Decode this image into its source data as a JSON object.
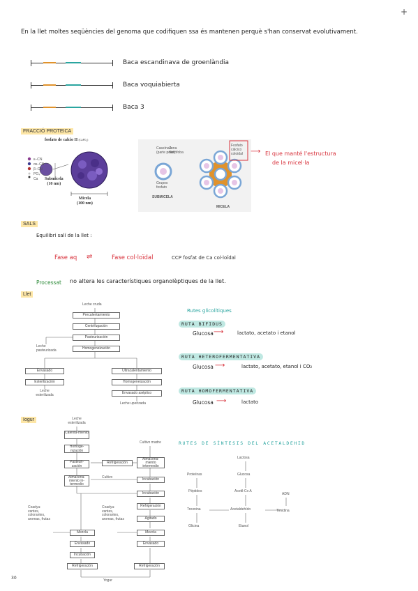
{
  "corner_icon": "plus-icon",
  "intro": "En la llet moltes seqüències del genoma que codifiquen ssa és mantenen perquè s'han conservat evolutivament.",
  "genes": [
    {
      "label": "Baca escandinava de groenlàndia"
    },
    {
      "label": "Baca voquiabierta"
    },
    {
      "label": "Baca 3"
    }
  ],
  "colors": {
    "orange": "#e0922c",
    "teal": "#2aa5a0",
    "highlight": "#fde6a6",
    "red": "#d8323c",
    "green": "#2e8b3a",
    "ruta_bg": "#bfe8e2"
  },
  "fraccio": {
    "heading": "FRACCIÓ PROTEICA",
    "fig1": {
      "title": "fosfato de calcio II",
      "title_sub": "(CaPO₄)",
      "legend": [
        "κ–CN",
        "αs–CN",
        "β–CN",
        "PO₄",
        "Ca"
      ],
      "submicela": "Submicela",
      "submicela_size": "(10 nm)",
      "micela": "Micela",
      "micela_size": "(100 nm)"
    },
    "fig2": {
      "caseina": "Caseína k (parte polar)",
      "zona": "Zona hidrófoba",
      "grupos": "Grupos fosfato",
      "fosfato": "Fosfato cálcico coloidal",
      "submicela": "SUBMICELA",
      "micela": "MICELA"
    },
    "note_line1": "El que manté l'estructura",
    "note_line2": "de la micel·la"
  },
  "sals": {
    "heading": "SALS",
    "text": "Equilibri salí de la llet :",
    "fase_aq": "Fase aq",
    "arrow": "⇌",
    "fase_col": "Fase col·loïdal",
    "ccp": "CCP fosfat de Ca col·loïdal"
  },
  "processat": {
    "word": "Processat",
    "rest": "no altera les característiques organolèptiques de la llet."
  },
  "llet": {
    "heading": "Llet",
    "flow": {
      "top": "Leche cruda",
      "steps": [
        "Precalentamiento",
        "Centrifugación",
        "Pasteurización",
        "Homogeneización"
      ],
      "past_out": "Leche pasteurizada",
      "left": [
        "Envasado",
        "Esterilización"
      ],
      "left_out": "Leche esterilizada",
      "right": [
        "Ultracalentamiento",
        "Homogeneización",
        "Envasado aséptico"
      ],
      "right_out": "Leche uperizada"
    },
    "rutes_title": "Rutes glicolítiques",
    "rutes": [
      {
        "name": "RUTA BIFIDUS",
        "sub": "Glucosa",
        "prod": "lactato, acetato i etanol"
      },
      {
        "name": "RUTA HETEROFERMENTATIVA",
        "sub": "Glucosa",
        "prod": "lactato, acetato, etanol i CO₂"
      },
      {
        "name": "RUTA HOMOFERMENTATIVA",
        "sub": "Glucosa",
        "prod": "lactato"
      }
    ]
  },
  "iogur": {
    "heading": "Iogur",
    "flow": {
      "top": "Leche esterilizada",
      "a": [
        "Calenta-miento",
        "Homoge-nización",
        "Pasteuri-zación",
        "Almacena-miento in-termedio"
      ],
      "refrig": "Refrigeración",
      "cultivo_media": "Cultivo madre",
      "alm2": "Almacena-miento intermedio",
      "cultivo": "Cultivo",
      "incub1": "Incubación",
      "incub2": "Incubación",
      "refrig2": "Refrigeración",
      "agitado": "Agitado",
      "coady1": "Coadyu-vantes, colorantes, aromas, frutas",
      "coady2": "Coadyu-vantes, colorantes, aromas, frutas",
      "left": [
        "Mezcla",
        "Envasado",
        "Incubación",
        "Refrigeración"
      ],
      "right": [
        "Mezcla",
        "Envasado",
        "Refrigeración"
      ],
      "out": "Yogur"
    },
    "acet_title": "RUTES DE SÍNTESIS DEL ACETALDEHID",
    "acet": {
      "lactosa": "Lactosa",
      "glucosa": "Glucosa",
      "acetil": "Acetil-Co A",
      "acetaldehido": "Acetaldehído",
      "etanol": "Etanol",
      "proteinas": "Proteínas",
      "peptidos": "Péptidos",
      "treonina": "Treonina",
      "glicina": "Glicina",
      "adn": "ADN",
      "timidina": "Timidina"
    }
  },
  "page_number": "30"
}
